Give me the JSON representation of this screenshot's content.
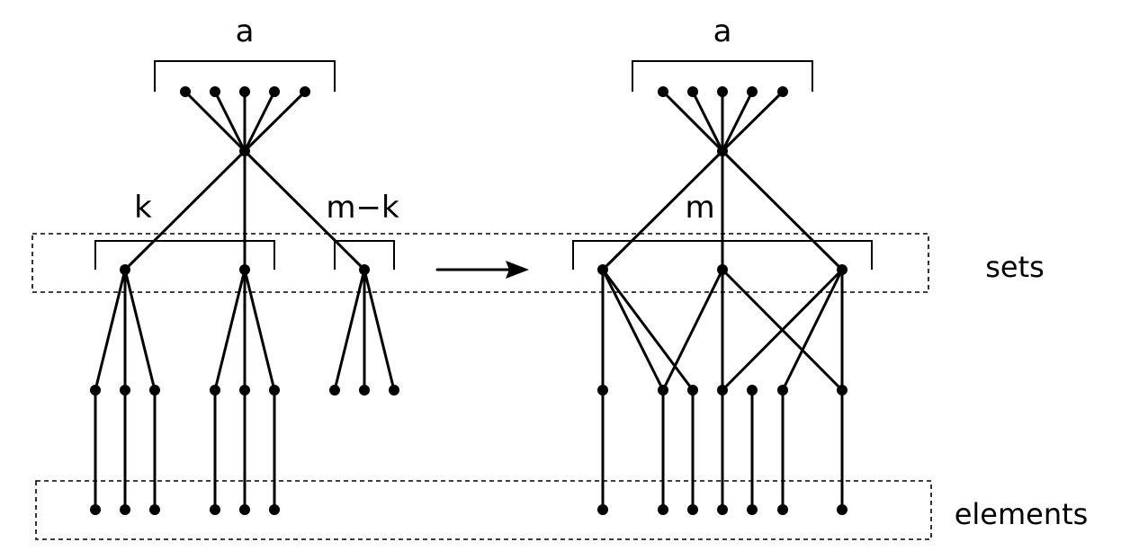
{
  "labels": {
    "left_top": "a",
    "right_top": "a",
    "left_k": "k",
    "left_mk": "m−k",
    "right_m": "m",
    "sets": "sets",
    "elements": "elements"
  },
  "colors": {
    "ink": "#000000",
    "background": "#ffffff"
  }
}
